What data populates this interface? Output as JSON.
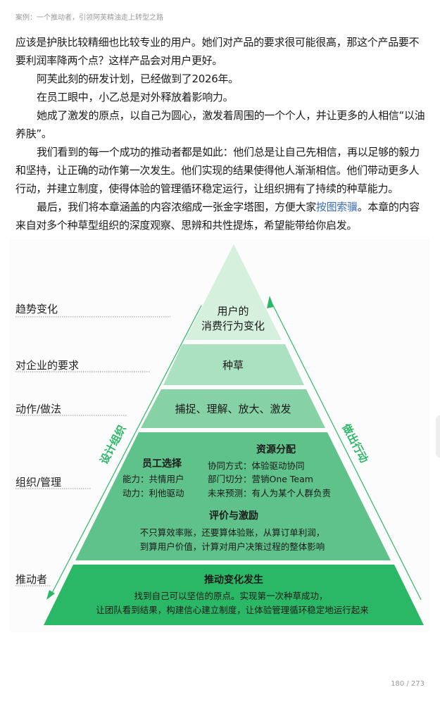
{
  "header": {
    "running_title": "案例：一个推动者，引领阿芙精油走上转型之路"
  },
  "body": {
    "p1": "应该是护肤比较精细也比较专业的用户。她们对产品的要求很可能很高，那这个产品要不要利润率降两个点？这样产品会对用户更好。",
    "p2": "阿芙此刻的研发计划，已经做到了2026年。",
    "p3": "在员工眼中，小乙总是对外释放着影响力。",
    "p4": "她成了激发的原点，以自己为圆心，激发着周围的一个个人，并让更多的人相信“以油养肤”。",
    "p5": "我们看到的每一个成功的推动者都是如此：他们总是让自己先相信，再以足够的毅力和坚持，让正确的动作第一次发生。他们实现的结果使得他人渐渐相信。他们带动更多人行动，并建立制度，使得体验的管理循环稳定运行，让组织拥有了持续的种草能力。",
    "p6a": "最后，我们将本章涵盖的内容浓缩成一张金字塔图，方便大家",
    "p6link": "按图索骥",
    "p6b": "。本章的内容来自对多个种草型组织的深度观察、思辨和共性提炼，希望能带给你启发。"
  },
  "pyramid": {
    "left_labels": [
      "趋势变化",
      "对企业的要求",
      "动作/做法",
      "组织/管理",
      "推动者"
    ],
    "arrow_left": "设计组织",
    "arrow_right": "做出行动",
    "layer1": {
      "line1": "用户的",
      "line2": "消费行为变化"
    },
    "layer2": {
      "title": "种草"
    },
    "layer3": {
      "title": "捕捉、理解、放大、激发"
    },
    "layer4": {
      "employee_title": "员工选择",
      "employee_lines": [
        "能力：共情用户",
        "动力：利他驱动"
      ],
      "resource_title": "资源分配",
      "resource_lines": [
        "协同方式：体验驱动协同",
        "部门切分：营销One Team",
        "未来预测：有人为某个人群负责"
      ],
      "eval_title": "评价与激励",
      "eval_lines": [
        "不只算效率账，还要算体验账，从算订单利润，",
        "到算用户价值，计算对用户决策过程的整体影响"
      ]
    },
    "layer5": {
      "title": "推动变化发生",
      "lines": [
        "找到自己可以坚信的原点。实现第一次种草成功，",
        "让团队看到结果，构建信心建立制度，让体验管理循环稳定地运行起来"
      ]
    },
    "colors": {
      "l1": "#d5f0dd",
      "l2": "#abe0c0",
      "l3": "#86d2a6",
      "l4": "#5ec28a",
      "l5": "#2bb866",
      "arrow": "#2bb866"
    }
  },
  "footer": {
    "page": "180 / 273"
  }
}
